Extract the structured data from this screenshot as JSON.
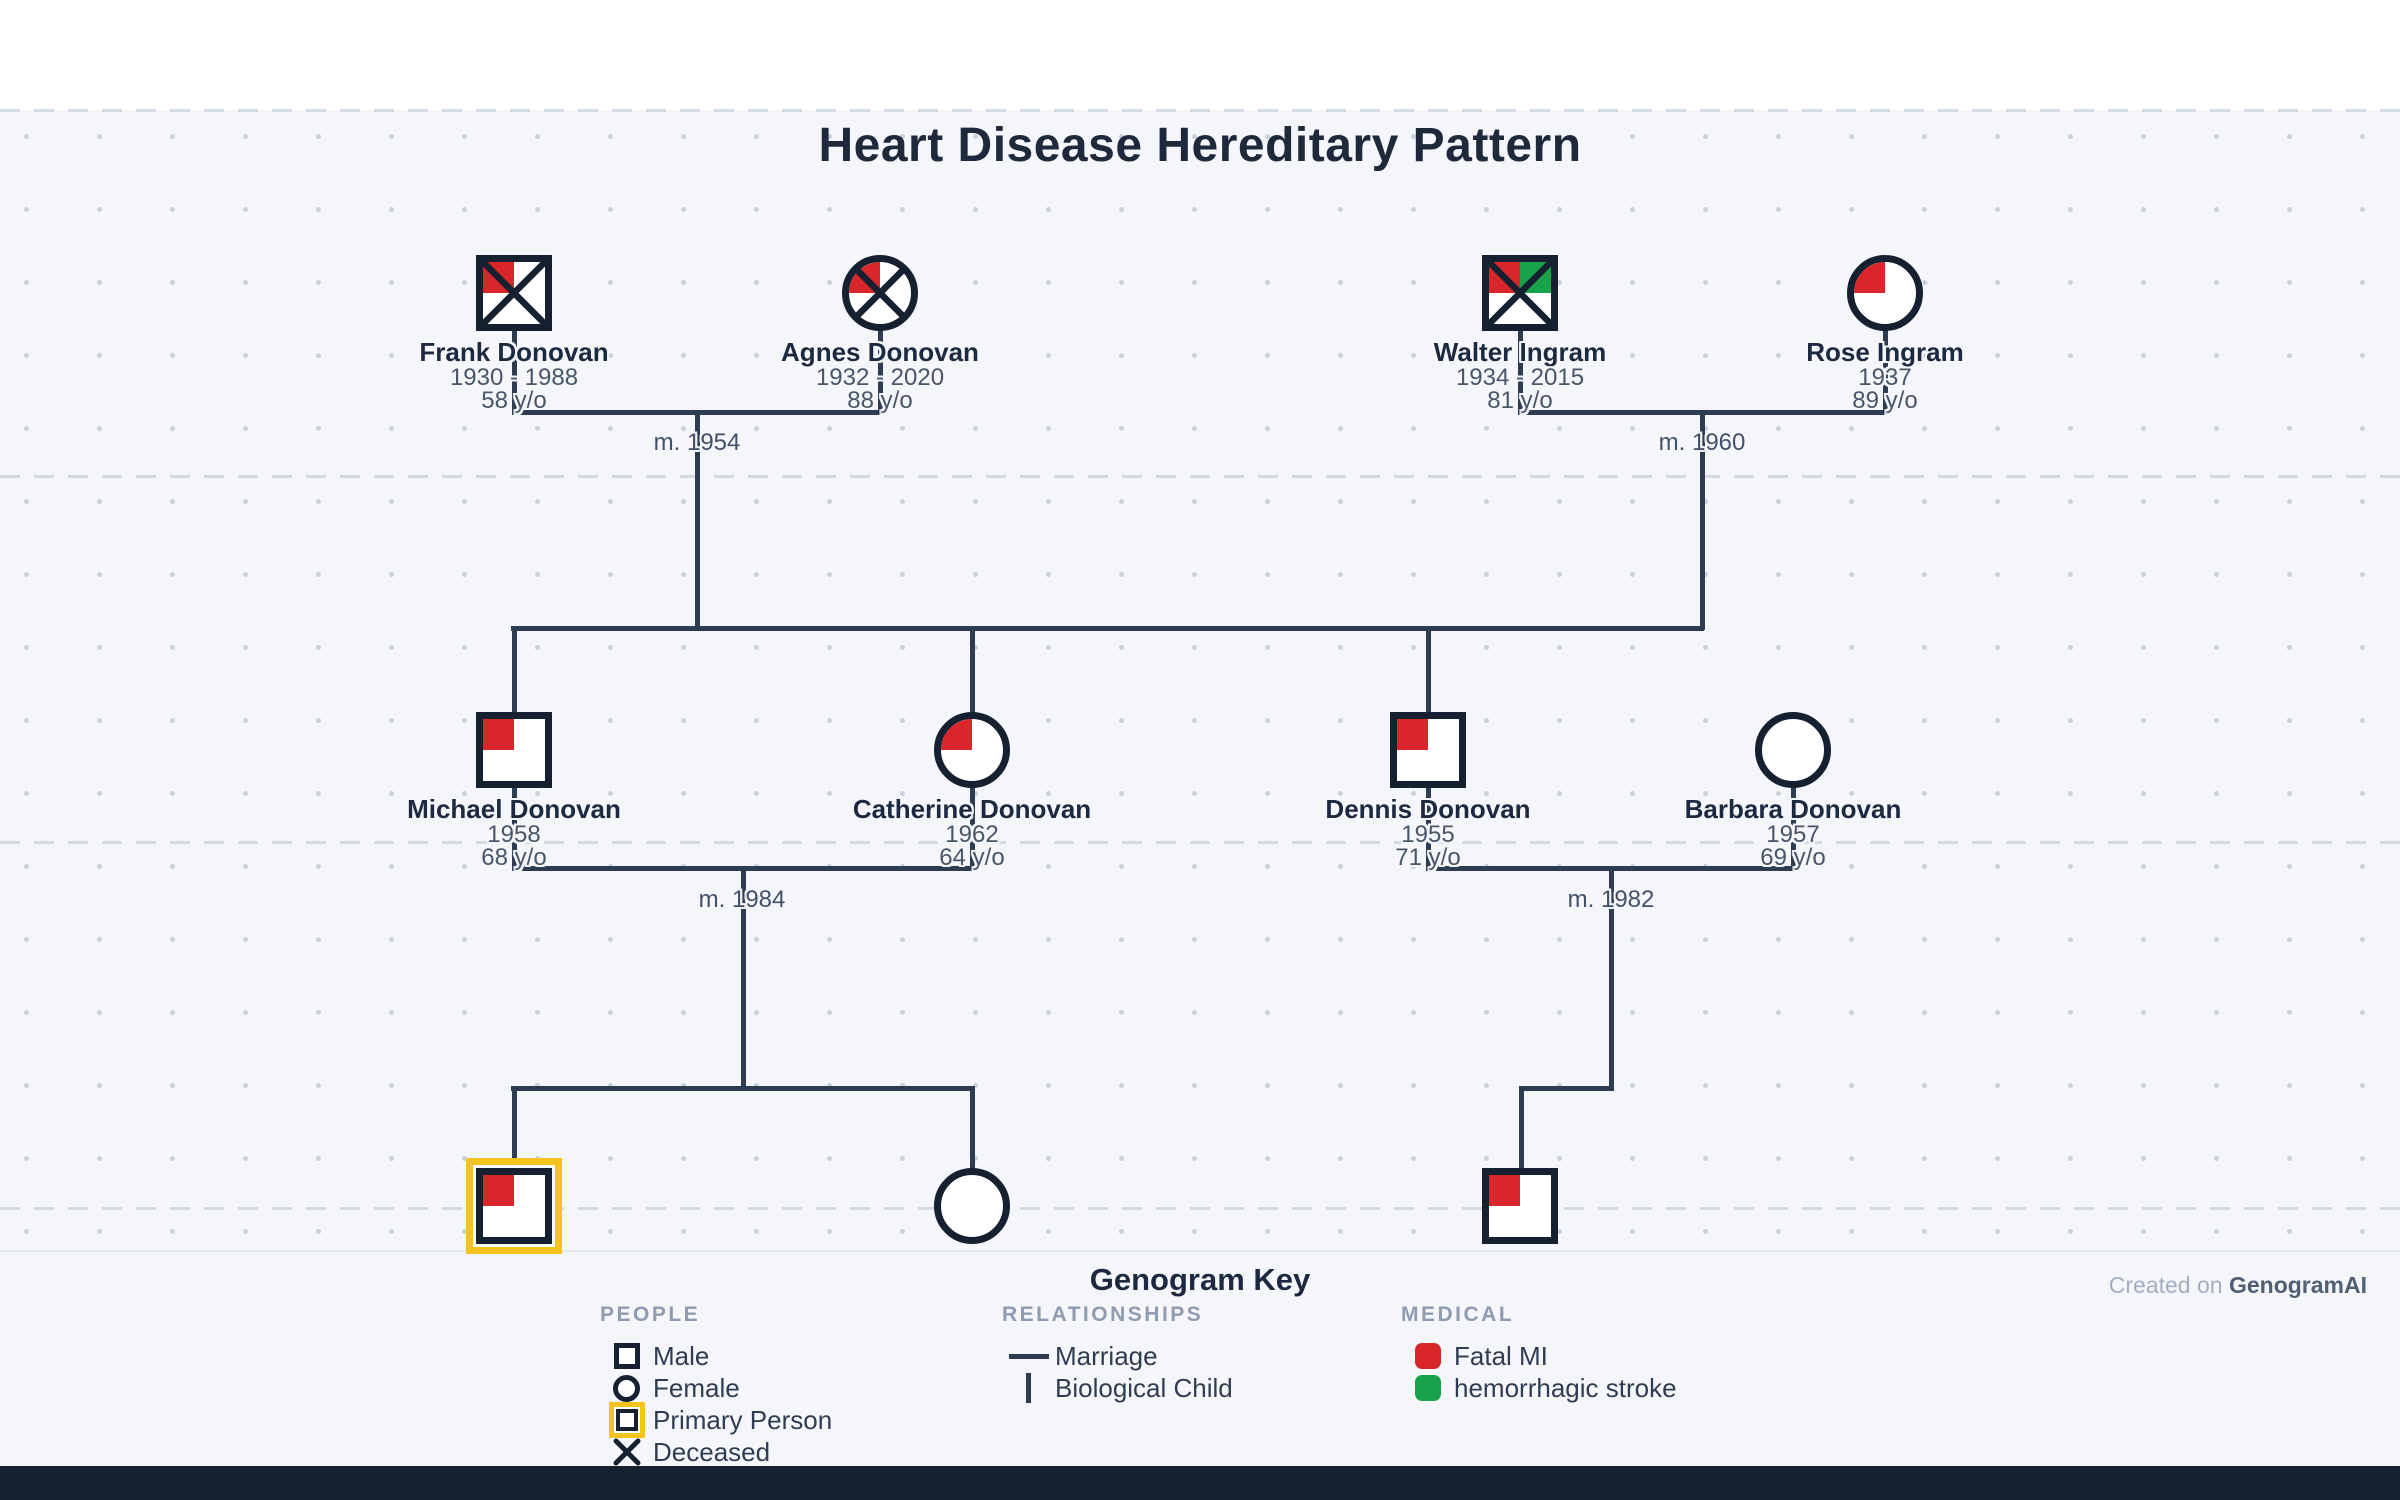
{
  "title": "Heart Disease Hereditary Pattern",
  "persons": {
    "frank": {
      "name": "Frank Donovan",
      "years": "1930 - 1988",
      "age": "58 y/o"
    },
    "agnes": {
      "name": "Agnes Donovan",
      "years": "1932 - 2020",
      "age": "88 y/o"
    },
    "walter": {
      "name": "Walter Ingram",
      "years": "1934 - 2015",
      "age": "81 y/o"
    },
    "rose": {
      "name": "Rose Ingram",
      "years": "1937",
      "age": "89 y/o"
    },
    "michael": {
      "name": "Michael Donovan",
      "years": "1958",
      "age": "68 y/o"
    },
    "catherine": {
      "name": "Catherine Donovan",
      "years": "1962",
      "age": "64 y/o"
    },
    "dennis": {
      "name": "Dennis Donovan",
      "years": "1955",
      "age": "71 y/o"
    },
    "barbara": {
      "name": "Barbara Donovan",
      "years": "1957",
      "age": "69 y/o"
    }
  },
  "marriages": {
    "frank_agnes": {
      "label": "m. 1954"
    },
    "walter_rose": {
      "label": "m. 1960"
    },
    "michael_catherine": {
      "label": "m. 1984"
    },
    "dennis_barbara": {
      "label": "m. 1982"
    }
  },
  "key": {
    "title": "Genogram Key",
    "sections": {
      "people": {
        "title": "PEOPLE",
        "items": {
          "male": "Male",
          "female": "Female",
          "primary": "Primary Person",
          "deceased": "Deceased"
        }
      },
      "relationships": {
        "title": "RELATIONSHIPS",
        "items": {
          "marriage": "Marriage",
          "biological_child": "Biological Child"
        }
      },
      "medical": {
        "title": "MEDICAL",
        "items": {
          "fatal_mi": "Fatal MI",
          "hemorrhagic_stroke": "hemorrhagic stroke"
        }
      }
    }
  },
  "footer": {
    "created_prefix": "Created on ",
    "brand": "GenogramAI"
  },
  "colors": {
    "red": "#d9262b",
    "green": "#18a34a",
    "yellow": "#f2c41d",
    "navy": "#152031",
    "line": "#2e3c52"
  }
}
